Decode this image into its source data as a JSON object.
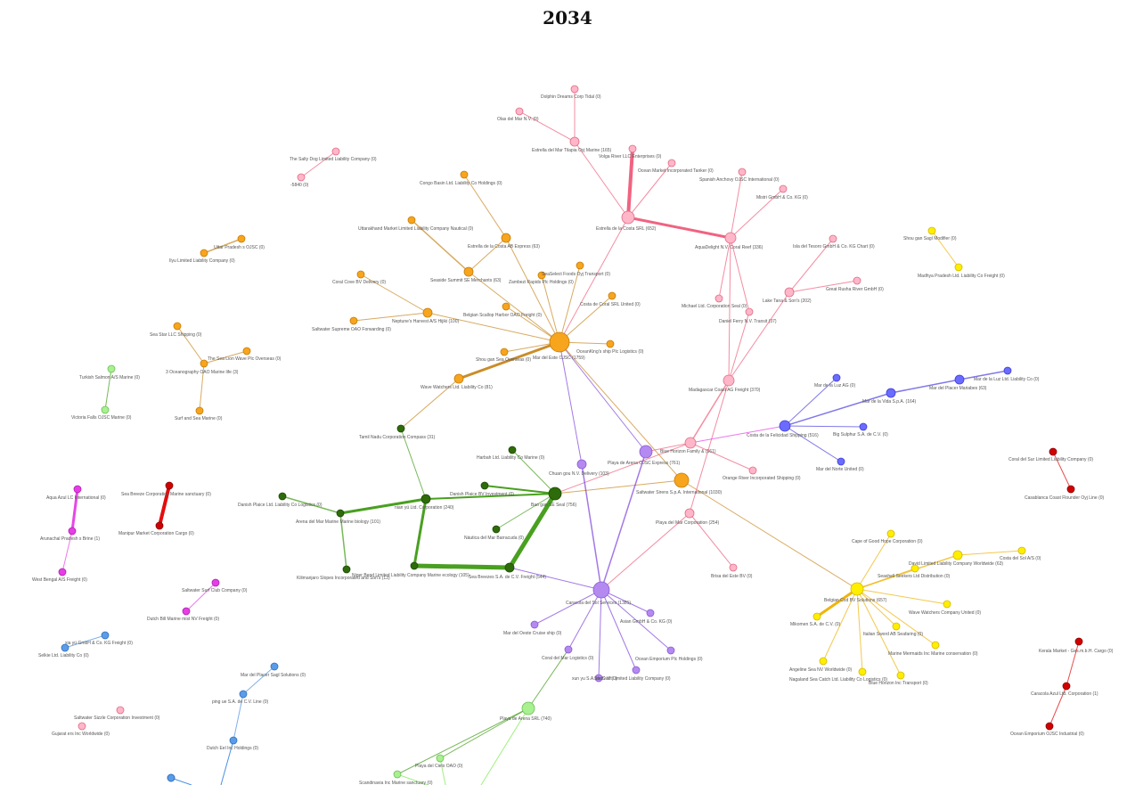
{
  "title": "2034",
  "colors": {
    "pink": "#f7a8b8",
    "pink_edge": "#ef5b7a",
    "orange": "#f59e0b",
    "orange_edge": "#c8861e",
    "green": "#2e6b0a",
    "green_edge": "#3f9b14",
    "purple": "#a178e6",
    "purple_edge": "#7a3fdb",
    "blue": "#6b6bff",
    "blue_edge": "#4a3ee0",
    "yellow": "#ffee00",
    "yellow_edge": "#f0b000",
    "red": "#e00000",
    "magenta": "#e53ee5",
    "teal_blue": "#4a90e2",
    "light_green": "#a0f080"
  },
  "nodes": [
    {
      "id": "n1",
      "label": "Dolphin Dreams Corp Tidal (0)",
      "color": "pink"
    },
    {
      "id": "n2",
      "label": "Olas del Mar N.V. (0)",
      "color": "pink"
    },
    {
      "id": "n3",
      "label": "Estrella del Mar Tilapia Oyj Marine (165)",
      "color": "pink"
    },
    {
      "id": "n4",
      "label": "Volga River LLC Enterprises (0)",
      "color": "pink"
    },
    {
      "id": "n5",
      "label": "Ocean Market Incorporated Tanker (0)",
      "color": "pink"
    },
    {
      "id": "n6",
      "label": "Estrella de la Costa SRL (652)",
      "color": "pink"
    },
    {
      "id": "n7",
      "label": "Spanish Anchovy OJSC International (0)",
      "color": "pink"
    },
    {
      "id": "n8",
      "label": "Mistri GmbH & Co. KG (0)",
      "color": "pink"
    },
    {
      "id": "n9",
      "label": "AquaDelight N.V. Coral Reef (336)",
      "color": "pink"
    },
    {
      "id": "n10",
      "label": "Isla del Tesoro GmbH & Co. KG Chart (0)",
      "color": "pink"
    },
    {
      "id": "n11",
      "label": "Great Rusha River GmbH (0)",
      "color": "pink"
    },
    {
      "id": "n12",
      "label": "Lake Tana & Son's (202)",
      "color": "pink"
    },
    {
      "id": "n13",
      "label": "Michael Ltd. Corporation Seal (0)",
      "color": "pink"
    },
    {
      "id": "n14",
      "label": "Daniel Ferry N.V. Transit (37)",
      "color": "pink"
    },
    {
      "id": "n15",
      "label": "Madagascar Coast AG Freight (370)",
      "color": "pink"
    },
    {
      "id": "n16",
      "label": "The Salty Dog Limited Liability Company (0)",
      "color": "pink"
    },
    {
      "id": "n17",
      "label": "-5840 (0)",
      "color": "pink"
    },
    {
      "id": "n18",
      "label": "Blue Horizon Family & (161)",
      "color": "pink"
    },
    {
      "id": "n19",
      "label": "Orange River Incorporated Shipping (0)",
      "color": "pink"
    },
    {
      "id": "n20",
      "label": "Playa del Mar Corporation (254)",
      "color": "pink"
    },
    {
      "id": "n21",
      "label": "Brisa del Este BV (0)",
      "color": "pink"
    },
    {
      "id": "n22",
      "label": "Congo Basin Ltd. Liability Co Holdings (0)",
      "color": "orange"
    },
    {
      "id": "n23",
      "label": "Uttarakhand Market Limited Liability Company Nautical (0)",
      "color": "orange"
    },
    {
      "id": "n24",
      "label": "Estrella de la Costa AB Express (63)",
      "color": "orange"
    },
    {
      "id": "n25",
      "label": "Seaside Summit SE Merchants (63)",
      "color": "orange"
    },
    {
      "id": "n26",
      "label": "SeaSelect Foods Oyj Transport (0)",
      "color": "orange"
    },
    {
      "id": "n27",
      "label": "Zambezi Rapids Plc Holdings (0)",
      "color": "orange"
    },
    {
      "id": "n28",
      "label": "Coral Cove BV Delivery (0)",
      "color": "orange"
    },
    {
      "id": "n29",
      "label": "Costa de Coral SRL United (0)",
      "color": "orange"
    },
    {
      "id": "n30",
      "label": "Belgian Scallop Harbor OAO Freight (0)",
      "color": "orange"
    },
    {
      "id": "n31",
      "label": "Neptune's Harvest A/S Hijiki (100)",
      "color": "orange"
    },
    {
      "id": "n32",
      "label": "Saltwater Supreme OAO Forwarding (0)",
      "color": "orange"
    },
    {
      "id": "n33",
      "label": "Mar del Este OJSC (1759)",
      "color": "orange"
    },
    {
      "id": "n34",
      "label": "OceanKing's ship Plc Logistics (0)",
      "color": "orange"
    },
    {
      "id": "n35",
      "label": "Shou gan Sea Overseas (0)",
      "color": "orange"
    },
    {
      "id": "n36",
      "label": "Wave Watchers Ltd. Liability Co (81)",
      "color": "orange"
    },
    {
      "id": "n37",
      "label": "Sea Star LLC Shipping (0)",
      "color": "orange"
    },
    {
      "id": "n38",
      "label": "The Sea Lion Wave Plc Overseas (0)",
      "color": "orange"
    },
    {
      "id": "n39",
      "label": "3 Oceanography OAO Marine life (3)",
      "color": "orange"
    },
    {
      "id": "n40",
      "label": "Surf and Sea Marine (0)",
      "color": "orange"
    },
    {
      "id": "n41",
      "label": "Uttar Pradesh s OJSC (0)",
      "color": "orange"
    },
    {
      "id": "n42",
      "label": "Ilyu Limited Liability Company (0)",
      "color": "orange"
    },
    {
      "id": "n43",
      "label": "Turkish Salmon A/S Marine (0)",
      "color": "light_green"
    },
    {
      "id": "n44",
      "label": "Victoria Falls OJSC Marine (0)",
      "color": "light_green"
    },
    {
      "id": "n45",
      "label": "Tamil Nadu Corporation Compass (31)",
      "color": "green"
    },
    {
      "id": "n46",
      "label": "Harbah Ltd. Liability Co Marine (0)",
      "color": "green"
    },
    {
      "id": "n47",
      "label": "Danish Plaice BV Investment (0)",
      "color": "green"
    },
    {
      "id": "n48",
      "label": "Bao gan SE Seal (756)",
      "color": "green"
    },
    {
      "id": "n49",
      "label": "Danish Plaice Ltd. Liability Co Logistics (0)",
      "color": "green"
    },
    {
      "id": "n50",
      "label": "nian yü Ltd. Corporation (240)",
      "color": "green"
    },
    {
      "id": "n51",
      "label": "Arena del Mar Marine Marine biology (101)",
      "color": "green"
    },
    {
      "id": "n52",
      "label": "Náutica del Mar Barracuda (0)",
      "color": "green"
    },
    {
      "id": "n53",
      "label": "Kilimanjaro Slopes Incorporated and Son's (13)",
      "color": "green"
    },
    {
      "id": "n54",
      "label": "Niger Bend Limited Liability Company Marine ecology (105)",
      "color": "green"
    },
    {
      "id": "n55",
      "label": "Sea Breezes S.A. de C.V. Freight (544)",
      "color": "green"
    },
    {
      "id": "n56",
      "label": "Chuan gou N.V. Delivery (103)",
      "color": "purple"
    },
    {
      "id": "n57",
      "label": "Playa de Arena OJSC Express (761)",
      "color": "purple"
    },
    {
      "id": "n58",
      "label": "Saltwater Sirens S.p.A. International (1030)",
      "color": "orange"
    },
    {
      "id": "n59",
      "label": "Caracola del Sol Services (1381)",
      "color": "purple"
    },
    {
      "id": "n60",
      "label": "Mar del Oeste Cruise ship (0)",
      "color": "purple"
    },
    {
      "id": "n61",
      "label": "Asian GmbH & Co. KG (0)",
      "color": "purple"
    },
    {
      "id": "n62",
      "label": "Ocean Emporium Plc Holdings (0)",
      "color": "purple"
    },
    {
      "id": "n63",
      "label": "Coral del Mar Logistics (0)",
      "color": "purple"
    },
    {
      "id": "n64",
      "label": "xun yu S.A. de C.V. (0)",
      "color": "purple"
    },
    {
      "id": "n65",
      "label": "SeaSwift Limited Liability Company (0)",
      "color": "purple"
    },
    {
      "id": "n66",
      "label": "Playa de Arena SRL (740)",
      "color": "light_green"
    },
    {
      "id": "n67",
      "label": "Playa del Cielo OAO (0)",
      "color": "light_green"
    },
    {
      "id": "n68",
      "label": "Scandinavia Inc Marine sanctuary (0)",
      "color": "light_green"
    },
    {
      "id": "n69",
      "label": "Mar de la Luz AG (0)",
      "color": "blue"
    },
    {
      "id": "n70",
      "label": "Mar de la Vida S.p.A. (164)",
      "color": "blue"
    },
    {
      "id": "n71",
      "label": "Mar del Placer Mariabes (63)",
      "color": "blue"
    },
    {
      "id": "n72",
      "label": "Mar de la Luz Ltd. Liability Co (0)",
      "color": "blue"
    },
    {
      "id": "n73",
      "label": "Costa de la Felicidad Shipping (516)",
      "color": "blue"
    },
    {
      "id": "n74",
      "label": "Big Sulphur S.A. de C.V. (0)",
      "color": "blue"
    },
    {
      "id": "n75",
      "label": "Mar del Norte United (0)",
      "color": "blue"
    },
    {
      "id": "n76",
      "label": "Shou gan Sagl Modifier (0)",
      "color": "yellow"
    },
    {
      "id": "n77",
      "label": "Madhya Pradesh Ltd. Liability Co Freight (0)",
      "color": "yellow"
    },
    {
      "id": "n78",
      "label": "Cape of Good Hope Corporation (0)",
      "color": "yellow"
    },
    {
      "id": "n79",
      "label": "David Limited Liability Company Worldwide (63)",
      "color": "yellow"
    },
    {
      "id": "n80",
      "label": "Costa del Sol A/S (0)",
      "color": "yellow"
    },
    {
      "id": "n81",
      "label": "Seashell Seekers Ltd Distribution (0)",
      "color": "yellow"
    },
    {
      "id": "n82",
      "label": "Belgian Cod BV Solutions (657)",
      "color": "yellow"
    },
    {
      "id": "n83",
      "label": "Wave Watchers Company United (0)",
      "color": "yellow"
    },
    {
      "id": "n84",
      "label": "Mikomen S.A. de C.V. (0)",
      "color": "yellow"
    },
    {
      "id": "n85",
      "label": "Italian Sword AB Seafaring (0)",
      "color": "yellow"
    },
    {
      "id": "n86",
      "label": "Marine Mermaids Inc Marine conservation (0)",
      "color": "yellow"
    },
    {
      "id": "n87",
      "label": "Angeline Sea NV Worldwide (0)",
      "color": "yellow"
    },
    {
      "id": "n88",
      "label": "Nagaland Sea Catch Ltd. Liability Co Logistics (0)",
      "color": "yellow"
    },
    {
      "id": "n89",
      "label": "Blue Horizon Inc Transport (0)",
      "color": "yellow"
    },
    {
      "id": "n90",
      "label": "Coral del Sur Limited Liability Company (0)",
      "color": "red"
    },
    {
      "id": "n91",
      "label": "Casablanca Coast Flounder Oyj Line (0)",
      "color": "red"
    },
    {
      "id": "n92",
      "label": "Kerala Market - Ges.m.b.H. Cargo (0)",
      "color": "red"
    },
    {
      "id": "n93",
      "label": "Caracola Azul Ltd. Corporation (1)",
      "color": "red"
    },
    {
      "id": "n94",
      "label": "Ocean Emporium OJSC Industrial (0)",
      "color": "red"
    },
    {
      "id": "n95",
      "label": "Aqua Azul LC International (0)",
      "color": "magenta"
    },
    {
      "id": "n96",
      "label": "Arunachal Pradesh s Brine (1)",
      "color": "magenta"
    },
    {
      "id": "n97",
      "label": "West Bengal A/S Freight (0)",
      "color": "magenta"
    },
    {
      "id": "n98",
      "label": "Sea Breeze Corporation Marine sanctuary (0)",
      "color": "red"
    },
    {
      "id": "n99",
      "label": "Manipur Market Corporation Cargo (0)",
      "color": "red"
    },
    {
      "id": "n100",
      "label": "Saltwater Surf Club Company (0)",
      "color": "magenta"
    },
    {
      "id": "n101",
      "label": "Dutch Bill Marine mist NV Freight (0)",
      "color": "magenta"
    },
    {
      "id": "n102",
      "label": "xia yü GmbH & Co. KG Freight (0)",
      "color": "teal_blue"
    },
    {
      "id": "n103",
      "label": "Selkie Ltd. Liability Co (0)",
      "color": "teal_blue"
    },
    {
      "id": "n104",
      "label": "Mar del Placer Sagl Solutions (0)",
      "color": "teal_blue"
    },
    {
      "id": "n105",
      "label": "ping ue S.A. de C.V. Line (0)",
      "color": "teal_blue"
    },
    {
      "id": "n106",
      "label": "Dutch Eel Inc Holdings (0)",
      "color": "teal_blue"
    },
    {
      "id": "n107",
      "label": "Saltwater Sizzle Corporation Investment (0)",
      "color": "pink"
    },
    {
      "id": "n108",
      "label": "Gujarat ers Inc Worldwide (0)",
      "color": "pink"
    }
  ]
}
